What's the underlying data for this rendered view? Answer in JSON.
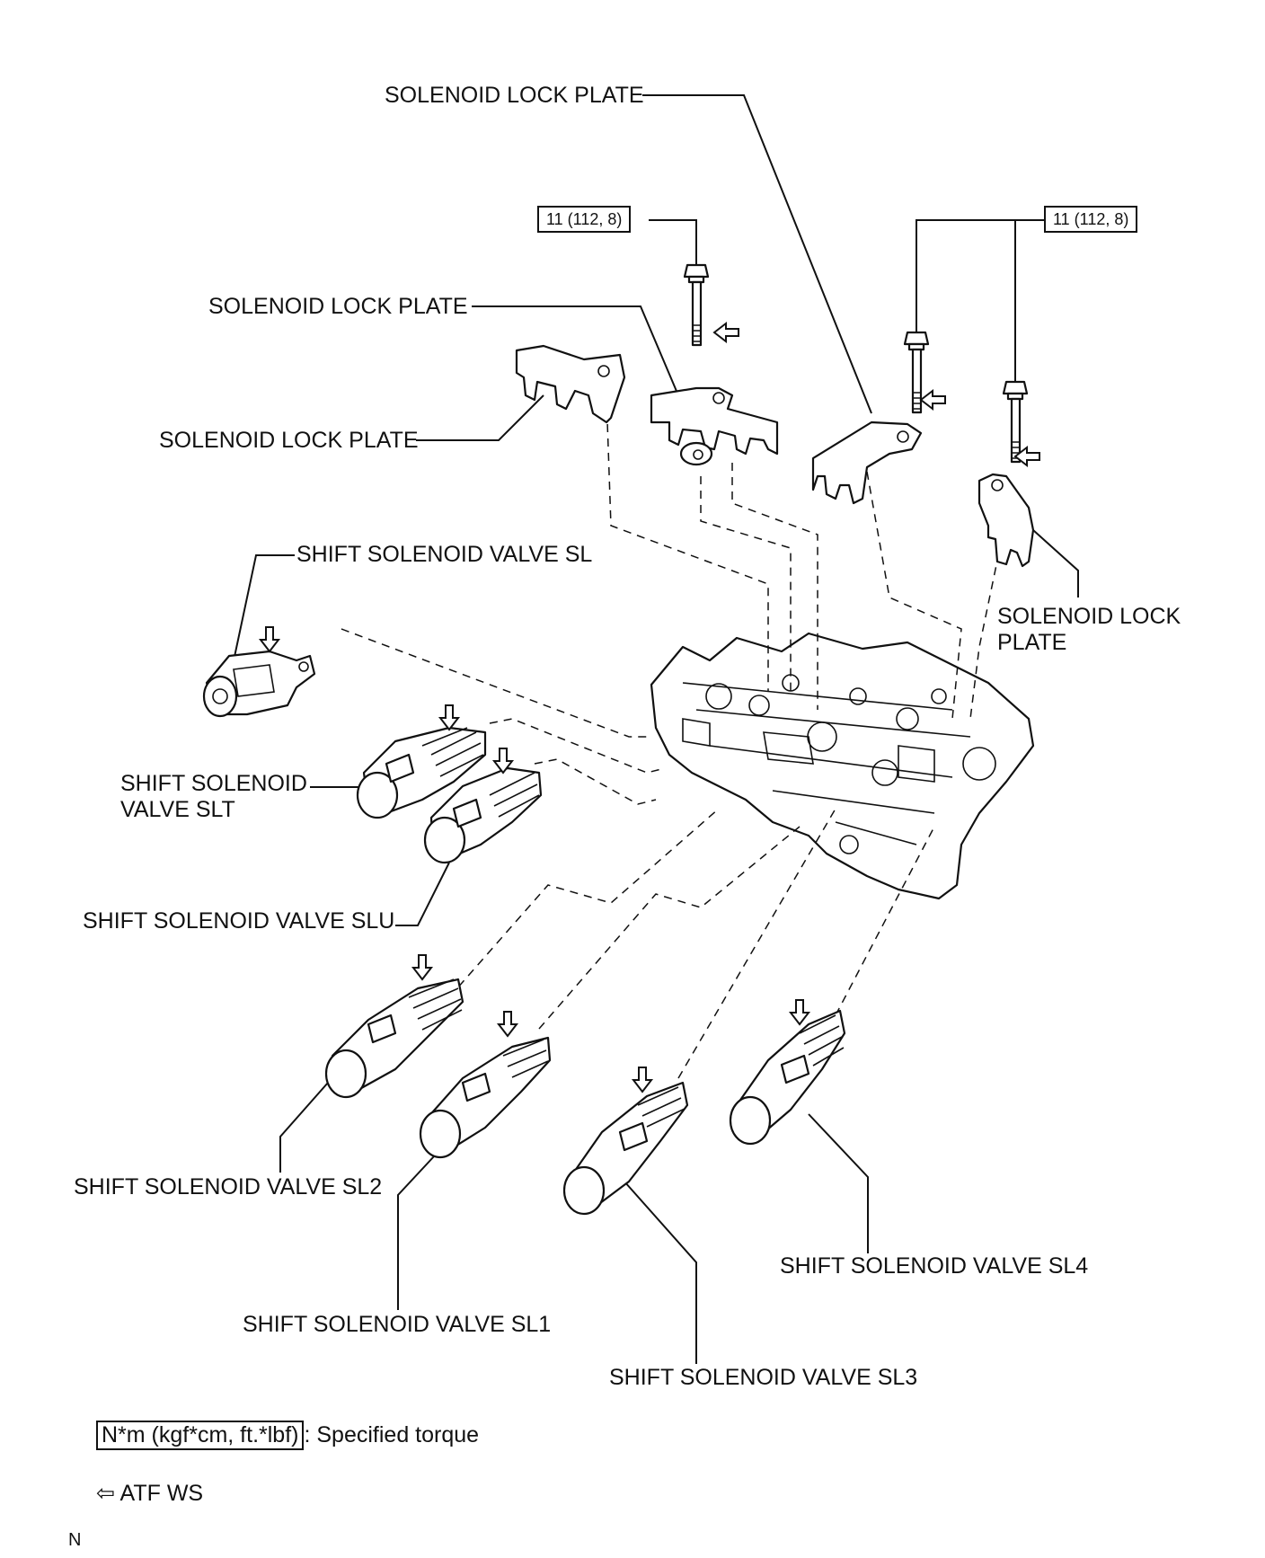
{
  "labels": {
    "lock_plate_top": "SOLENOID LOCK PLATE",
    "lock_plate_mid": "SOLENOID LOCK PLATE",
    "lock_plate_left": "SOLENOID LOCK PLATE",
    "lock_plate_right_line1": "SOLENOID LOCK",
    "lock_plate_right_line2": "PLATE",
    "sl": "SHIFT SOLENOID VALVE SL",
    "slt_line1": "SHIFT SOLENOID",
    "slt_line2": "VALVE SLT",
    "slu": "SHIFT SOLENOID VALVE SLU",
    "sl2": "SHIFT SOLENOID VALVE SL2",
    "sl1": "SHIFT SOLENOID VALVE SL1",
    "sl3": "SHIFT SOLENOID VALVE SL3",
    "sl4": "SHIFT SOLENOID VALVE SL4"
  },
  "torque": {
    "left": "11 (112, 8)",
    "right": "11 (112, 8)"
  },
  "legend": {
    "torque_unit": "N*m (kgf*cm, ft.*lbf)",
    "torque_desc": ": Specified torque",
    "atf_symbol": "⇦",
    "atf_label": "ATF WS",
    "corner_mark": "N"
  }
}
